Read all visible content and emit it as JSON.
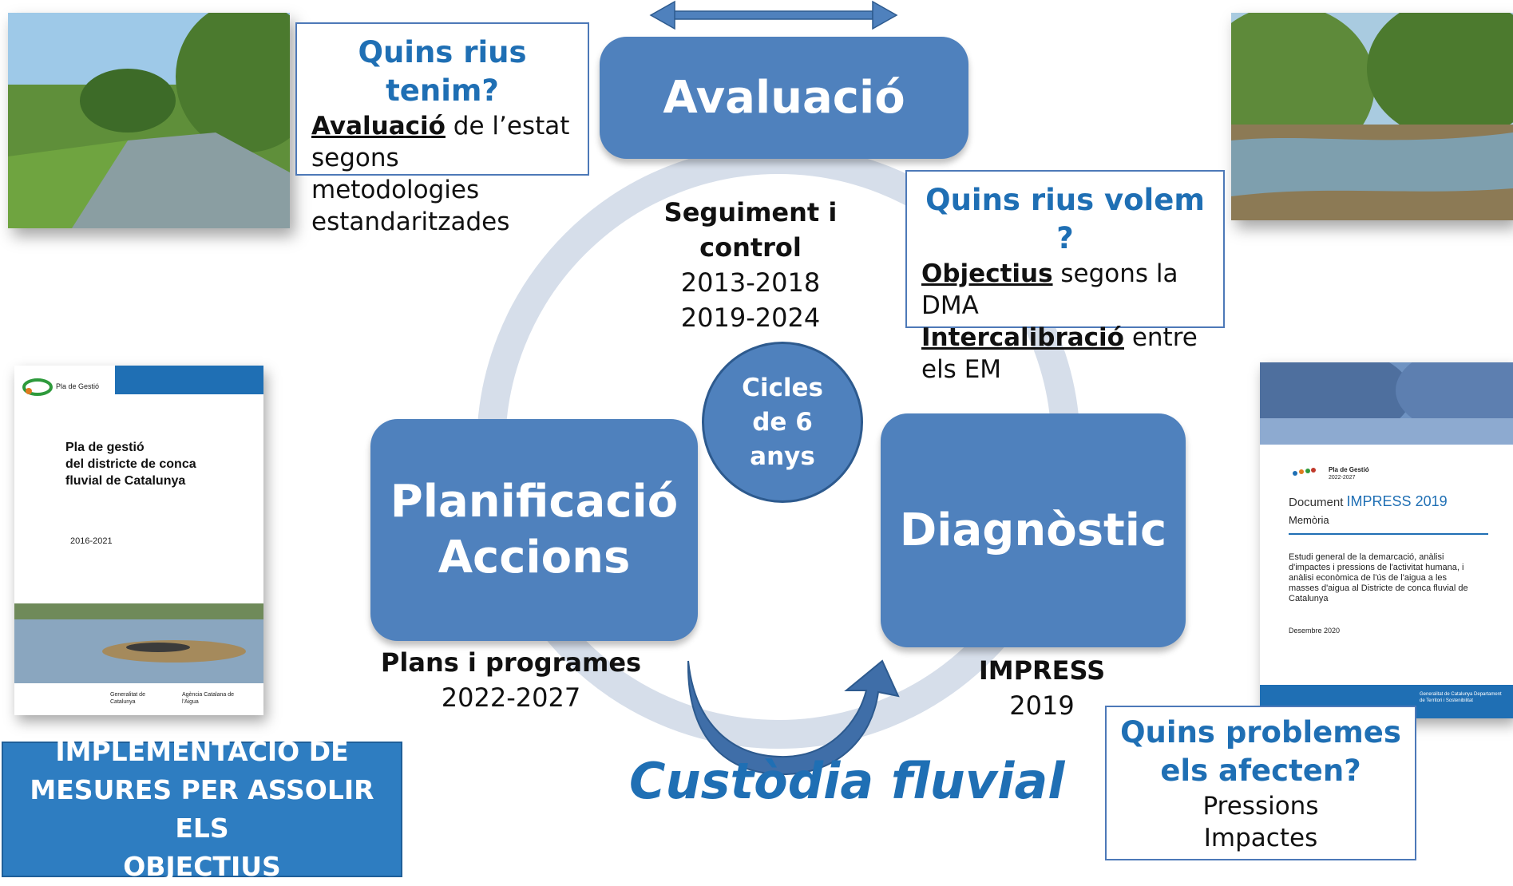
{
  "colors": {
    "stage": "#4f81bd",
    "ring": "#d6deea",
    "accent": "#1f6fb4",
    "impl": "#2e7dc1"
  },
  "avaluacio": {
    "label": "Avaluació",
    "question": {
      "title": "Quins rius tenim?",
      "term": "Avaluació",
      "text": " de l’estat segons metodologies estandaritzades"
    },
    "caption_title": "Seguiment i control",
    "caption_line1": "2013-2018",
    "caption_line2": "2019-2024"
  },
  "objectius": {
    "title": "Quins rius volem ?",
    "term1": "Objectius",
    "text1": " segons la DMA",
    "term2": "Intercalibració",
    "text2": " entre els EM"
  },
  "planificacio": {
    "line1": "Planificació",
    "line2": "Accions",
    "caption_title": "Plans  i programes",
    "caption_years": "2022-2027"
  },
  "diagnostic": {
    "label": "Diagnòstic",
    "caption_title": "IMPRESS",
    "caption_year": "2019",
    "question_title": "Quins problemes els afecten?",
    "line1": "Pressions",
    "line2": "Impactes"
  },
  "cicles": {
    "line1": "Cicles",
    "line2": "de 6",
    "line3": "anys"
  },
  "custodia": "Custòdia fluvial",
  "implementacio": {
    "line1": "IMPLEMENTACIÓ DE",
    "line2": "MESURES PER ASSOLIR ELS",
    "line3": "OBJECTIUS"
  },
  "doc_pla": {
    "logo": "Pla de Gestió",
    "title1": "Pla de gestió",
    "title2": "del districte de conca",
    "title3": "fluvial de Catalunya",
    "years": "2016-2021",
    "footer1": "Generalitat de Catalunya",
    "footer2": "Agència Catalana de l'Aigua"
  },
  "doc_impress": {
    "logo": "Pla de Gestió",
    "logo_years": "2022-2027",
    "doc_word": "Document",
    "impress": "IMPRESS 2019",
    "memoria": "Memòria",
    "desc": "Estudi general de la demarcació, anàlisi d'impactes i pressions de l'activitat humana, i anàlisi econòmica de l'ús de l'aigua a les masses d'aigua al Districte de conca fluvial de Catalunya",
    "date": "Desembre 2020",
    "footer": "Generalitat de Catalunya Departament de Territori i Sostenibilitat"
  }
}
